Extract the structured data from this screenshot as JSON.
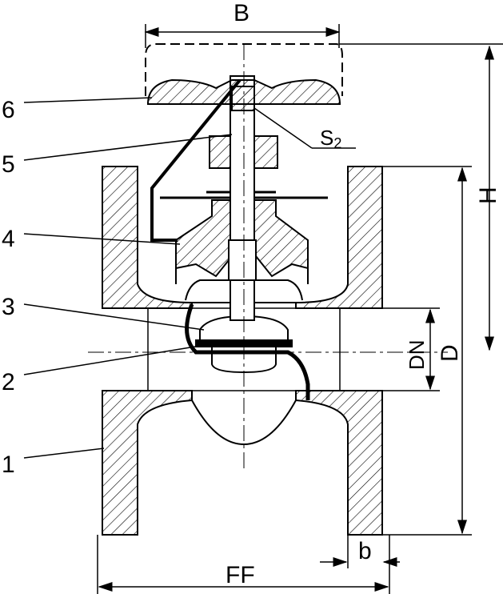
{
  "title": "Globe valve cross-section",
  "parts": [
    {
      "number": "1"
    },
    {
      "number": "2"
    },
    {
      "number": "3"
    },
    {
      "number": "4"
    },
    {
      "number": "5"
    },
    {
      "number": "6"
    }
  ],
  "dimensions": {
    "handwheel_width": "B",
    "height": "H",
    "flange_diameter": "D",
    "nominal_diameter": "DN",
    "flange_thickness": "b",
    "face_to_face": "FF",
    "wrench_size": "S",
    "wrench_size_sub": "2"
  },
  "colors": {
    "line": "#000000",
    "background": "#ffffff"
  }
}
